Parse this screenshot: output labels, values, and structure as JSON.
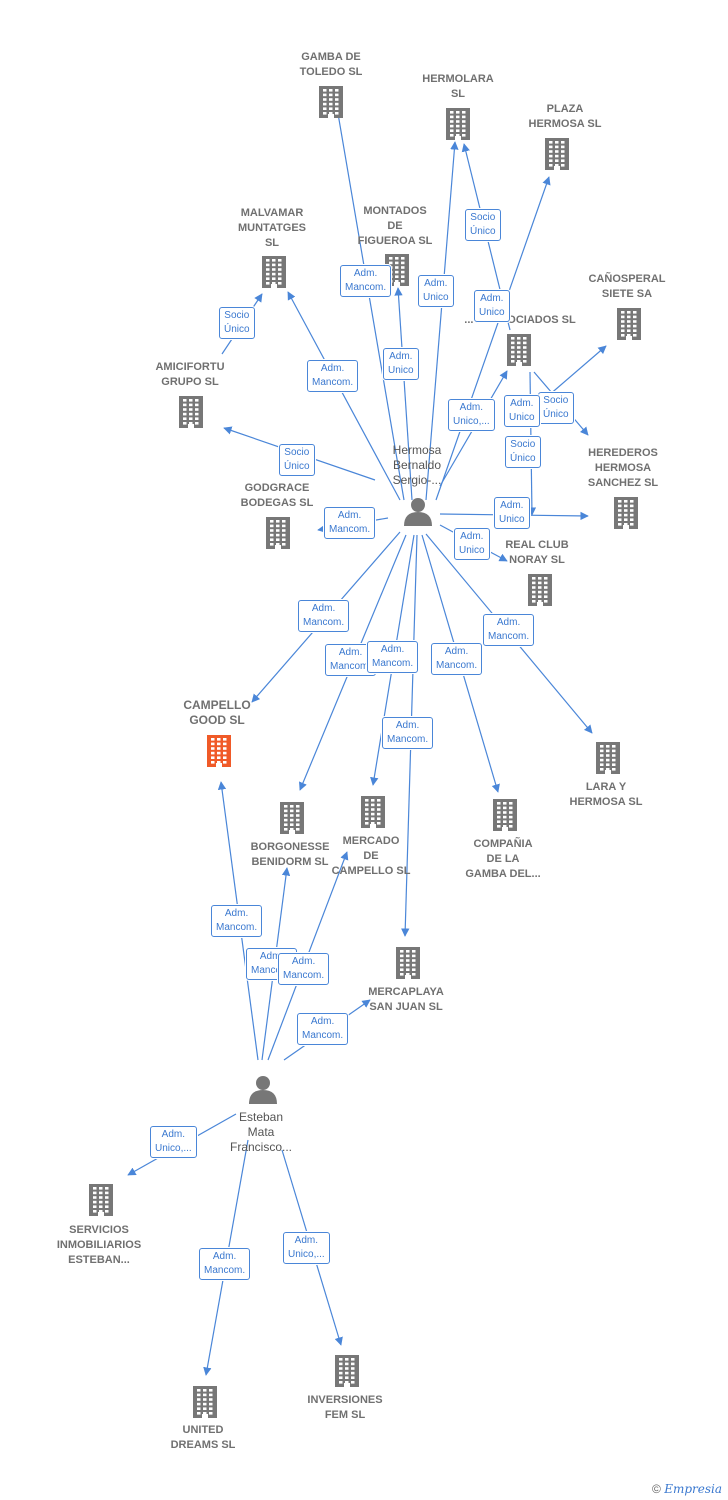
{
  "companies": [
    {
      "id": "gamba_toledo",
      "lines": [
        "GAMBA DE",
        "TOLEDO SL"
      ]
    },
    {
      "id": "hermolara",
      "lines": [
        "HERMOLARA",
        "SL"
      ]
    },
    {
      "id": "plaza_hermosa",
      "lines": [
        "PLAZA",
        "HERMOSA SL"
      ]
    },
    {
      "id": "malvamar",
      "lines": [
        "MALVAMAR",
        "MUNTATGES",
        "SL"
      ]
    },
    {
      "id": "montados",
      "lines": [
        "MONTADOS",
        "DE",
        "FIGUEROA SL"
      ]
    },
    {
      "id": "canosperal",
      "lines": [
        "CAÑOSPERAL",
        "SIETE SA"
      ]
    },
    {
      "id": "asociados",
      "lines": [
        "...OS ASOCIADOS SL"
      ]
    },
    {
      "id": "amicifortu",
      "lines": [
        "AMICIFORTU",
        "GRUPO SL"
      ]
    },
    {
      "id": "herederos",
      "lines": [
        "HEREDEROS",
        "HERMOSA",
        "SANCHEZ SL"
      ]
    },
    {
      "id": "godgrace",
      "lines": [
        "GODGRACE",
        "BODEGAS SL"
      ]
    },
    {
      "id": "real_club",
      "lines": [
        "REAL CLUB",
        "NORAY SL"
      ]
    },
    {
      "id": "campello_good",
      "lines": [
        "CAMPELLO",
        "GOOD SL"
      ],
      "focus": true
    },
    {
      "id": "lara",
      "lines": [
        "LARA Y",
        "HERMOSA SL"
      ]
    },
    {
      "id": "borgonesse",
      "lines": [
        "BORGONESSE",
        "BENIDORM SL"
      ]
    },
    {
      "id": "mercado",
      "lines": [
        "MERCADO",
        "DE",
        "CAMPELLO SL"
      ]
    },
    {
      "id": "gamba_del",
      "lines": [
        "COMPAÑIA",
        "DE LA",
        "GAMBA DEL..."
      ]
    },
    {
      "id": "mercaplaya",
      "lines": [
        "MERCAPLAYA",
        "SAN JUAN SL"
      ]
    },
    {
      "id": "servicios",
      "lines": [
        "SERVICIOS",
        "INMOBILIARIOS",
        "ESTEBAN..."
      ]
    },
    {
      "id": "inversiones",
      "lines": [
        "INVERSIONES",
        "FEM SL"
      ]
    },
    {
      "id": "united",
      "lines": [
        "UNITED",
        "DREAMS SL"
      ]
    }
  ],
  "people": [
    {
      "id": "hermosa",
      "lines": [
        "Hermosa",
        "Bernaldo",
        "Sergio-..."
      ]
    },
    {
      "id": "esteban",
      "lines": [
        "Esteban",
        "Mata",
        "Francisco..."
      ]
    }
  ],
  "edges": [
    {
      "from": "hermosa",
      "to": "gamba_toledo",
      "label": [
        "Adm.",
        "Mancom."
      ]
    },
    {
      "from": "hermosa",
      "to": "hermolara",
      "label": [
        "Adm.",
        "Unico"
      ]
    },
    {
      "from": "hermosa",
      "to": "montados",
      "label": [
        "Adm.",
        "Unico"
      ]
    },
    {
      "from": "hermosa",
      "to": "malvamar",
      "label": [
        "Adm.",
        "Mancom."
      ]
    },
    {
      "from": "hermosa",
      "to": "plaza_hermosa",
      "label": [
        "Adm.",
        "Unico"
      ]
    },
    {
      "from": "asociados",
      "to": "hermolara",
      "label": [
        "Socio",
        "Único"
      ]
    },
    {
      "from": "amicifortu",
      "to": "malvamar",
      "label": [
        "Socio",
        "Único"
      ]
    },
    {
      "from": "hermosa",
      "to": "asociados",
      "label": [
        "Adm.",
        "Unico,..."
      ]
    },
    {
      "from": "hermosa",
      "to": "godgrace",
      "label": [
        "Adm.",
        "Mancom."
      ]
    },
    {
      "from": "godgrace",
      "to": "amicifortu",
      "label": [
        "Socio",
        "Único"
      ]
    },
    {
      "from": "asociados",
      "to": "canosperal",
      "label": [
        "Socio",
        "Único"
      ]
    },
    {
      "from": "asociados",
      "to": "herederos",
      "label": [
        "Adm.",
        "Unico"
      ]
    },
    {
      "from": "asociados",
      "to": "real_club",
      "label": [
        "Socio",
        "Único"
      ]
    },
    {
      "from": "hermosa",
      "to": "herederos",
      "label": [
        "Adm.",
        "Unico"
      ]
    },
    {
      "from": "hermosa",
      "to": "real_club",
      "label": [
        "Adm.",
        "Unico"
      ]
    },
    {
      "from": "hermosa",
      "to": "campello_good",
      "label": [
        "Adm.",
        "Mancom."
      ]
    },
    {
      "from": "hermosa",
      "to": "lara",
      "label": [
        "Adm.",
        "Mancom."
      ]
    },
    {
      "from": "hermosa",
      "to": "borgonesse",
      "label": [
        "Adm.",
        "Mancom."
      ]
    },
    {
      "from": "hermosa",
      "to": "mercado",
      "label": [
        "Adm.",
        "Mancom."
      ]
    },
    {
      "from": "hermosa",
      "to": "gamba_del",
      "label": [
        "Adm.",
        "Mancom."
      ]
    },
    {
      "from": "hermosa",
      "to": "mercaplaya",
      "label": [
        "Adm.",
        "Mancom."
      ]
    },
    {
      "from": "esteban",
      "to": "campello_good",
      "label": [
        "Adm.",
        "Mancom."
      ]
    },
    {
      "from": "esteban",
      "to": "borgonesse",
      "label": [
        "Adm.",
        "Mancom."
      ]
    },
    {
      "from": "esteban",
      "to": "mercado",
      "label": [
        "Adm.",
        "Mancom."
      ]
    },
    {
      "from": "esteban",
      "to": "mercaplaya",
      "label": [
        "Adm.",
        "Mancom."
      ]
    },
    {
      "from": "esteban",
      "to": "servicios",
      "label": [
        "Adm.",
        "Unico,..."
      ]
    },
    {
      "from": "esteban",
      "to": "united",
      "label": [
        "Adm.",
        "Mancom."
      ]
    },
    {
      "from": "esteban",
      "to": "inversiones",
      "label": [
        "Adm.",
        "Unico,..."
      ]
    }
  ],
  "colors": {
    "edge": "#4a86d8",
    "building": "#777777",
    "focus": "#f05a28",
    "person": "#777777"
  },
  "footer": {
    "copyright": "©",
    "brand": "Empresia"
  }
}
